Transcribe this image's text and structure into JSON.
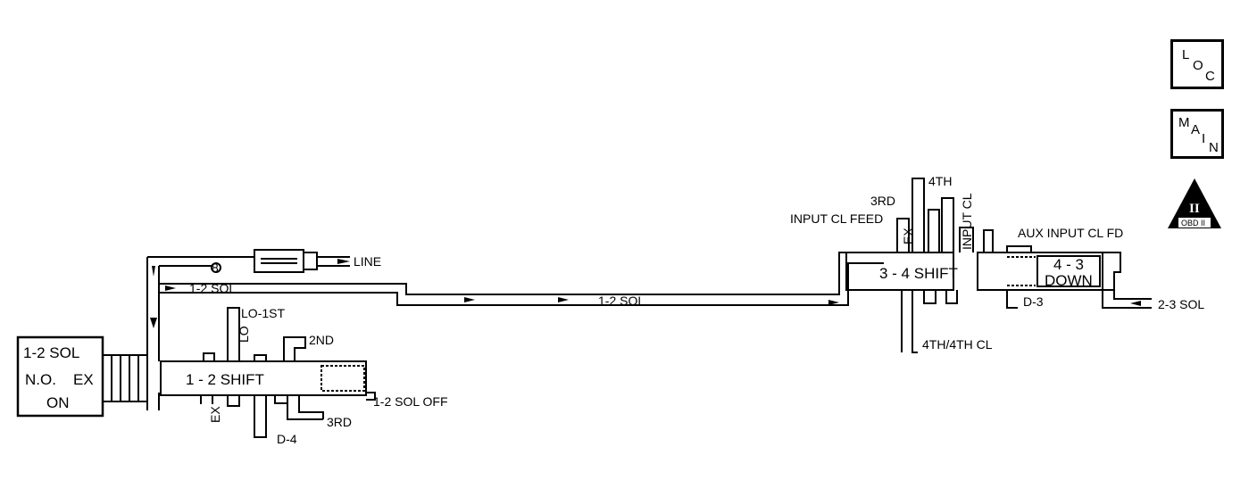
{
  "buttons": {
    "loc": {
      "l1": "L",
      "l2": "O",
      "l3": "C"
    },
    "main": {
      "l1": "M",
      "l2": "A",
      "l3": "I",
      "l4": "N"
    },
    "obd": {
      "numeral": "II",
      "label": "OBD II"
    }
  },
  "solenoid": {
    "line1": "1-2 SOL",
    "line2": "N.O.",
    "line3": "EX",
    "line4": "ON"
  },
  "valves": {
    "shift12": "1 - 2 SHIFT",
    "shift34": "3 - 4  SHIFT",
    "down43_top": "4 - 3",
    "down43_bot": "DOWN"
  },
  "labels": {
    "line": "LINE",
    "sol12_a": "1-2 SOL",
    "sol12_b": "1-2 SOL",
    "lo_1st": "LO-1ST",
    "lo": "LO",
    "second": "2ND",
    "third_a": "3RD",
    "sol12_off": "1-2 SOL OFF",
    "ex_a": "EX",
    "d4": "D-4",
    "fourth": "4TH",
    "third_b": "3RD",
    "input_cl_feed": "INPUT CL FEED",
    "ex_b": "EX",
    "input_cl": "INPUT CL",
    "aux_input": "AUX INPUT CL FD",
    "d3": "D-3",
    "fourth_cl": "4TH/4TH CL",
    "sol23": "2-3 SOL",
    "orifice": "8"
  }
}
